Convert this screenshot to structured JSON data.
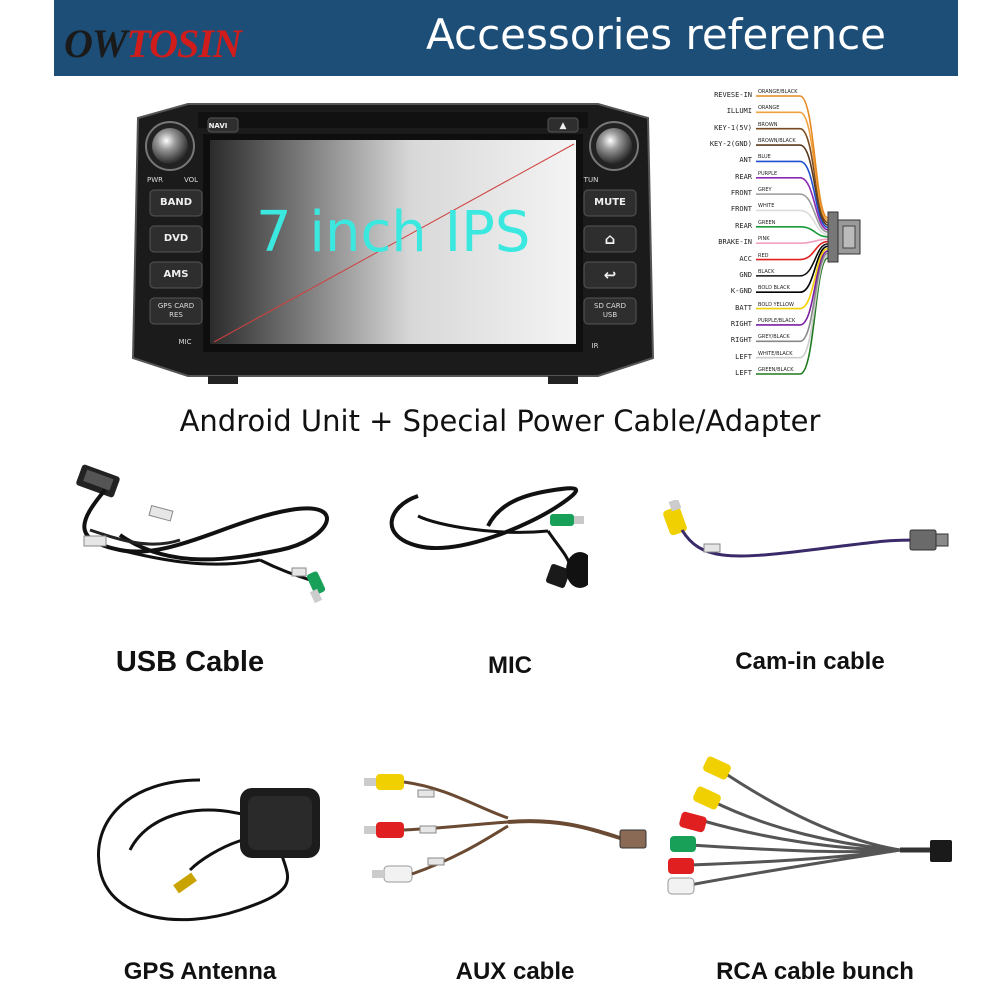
{
  "header": {
    "brand_prefix": "OW",
    "brand_suffix": "TOSIN",
    "title": "Accessories reference"
  },
  "head_unit": {
    "screen_text": "7 inch IPS",
    "buttons": {
      "navi": "NAVI",
      "pwr": "PWR",
      "vol": "VOL",
      "tun": "TUN",
      "band": "BAND",
      "dvd": "DVD",
      "ams": "AMS",
      "mute": "MUTE",
      "gps_card_line1": "GPS CARD",
      "gps_card_line2": "RES",
      "sd_card_line1": "SD CARD",
      "sd_card_line2": "USB",
      "mic": "MIC",
      "ir": "IR"
    }
  },
  "wiring": {
    "labels": [
      "REVESE-IN",
      "ILLUMI",
      "KEY-1(5V)",
      "KEY-2(GND)",
      "ANT",
      "REAR",
      "FRONT",
      "FRONT",
      "REAR",
      "BRAKE-IN",
      "ACC",
      "GND",
      "K-GND",
      "BATT",
      "RIGHT",
      "RIGHT",
      "LEFT",
      "LEFT"
    ],
    "wires": [
      "ORANGE/BLACK",
      "ORANGE",
      "BROWN",
      "BROWN/BLACK",
      "BLUE",
      "PURPLE",
      "GREY",
      "WHITE",
      "GREEN",
      "PINK",
      "RED",
      "BLACK",
      "BOLD BLACK",
      "BOLD YELLOW",
      "PURPLE/BLACK",
      "GREY/BLACK",
      "WHITE/BLACK",
      "GREEN/BLACK"
    ],
    "wire_colors": [
      "#e58a1f",
      "#f0a040",
      "#7a4a1e",
      "#5a3a1e",
      "#2050d0",
      "#8a2ab0",
      "#9a9a9a",
      "#dcdcdc",
      "#1a9a3a",
      "#f0a0c0",
      "#e02020",
      "#111111",
      "#000000",
      "#f0d000",
      "#7a20a0",
      "#888888",
      "#cccccc",
      "#207a20"
    ]
  },
  "subtitle": "Android Unit + Special Power Cable/Adapter",
  "accessories": [
    {
      "label": "USB Cable"
    },
    {
      "label": "MIC"
    },
    {
      "label": "Cam-in cable"
    },
    {
      "label": "GPS Antenna"
    },
    {
      "label": "AUX cable"
    },
    {
      "label": "RCA cable bunch"
    }
  ],
  "colors": {
    "header_bg": "#1d4e77",
    "screen_text": "#3be8e0",
    "brand_accent": "#d11c1c"
  }
}
